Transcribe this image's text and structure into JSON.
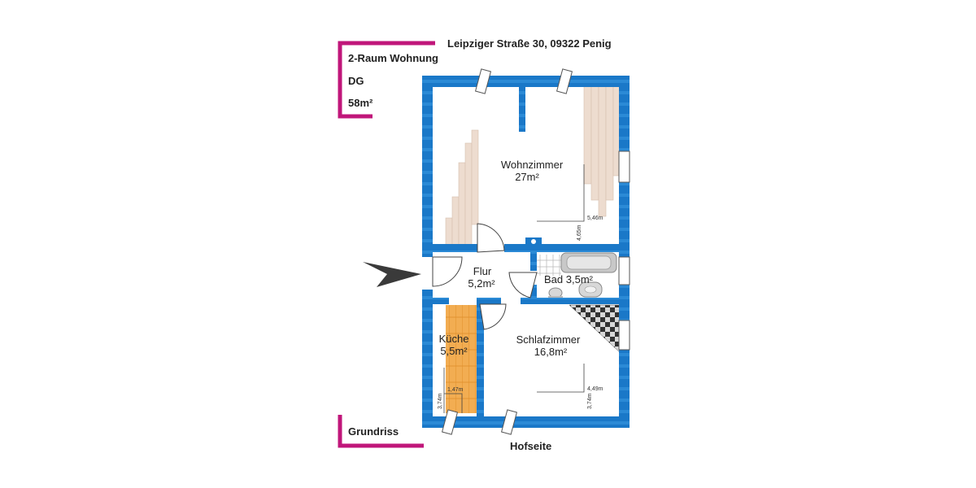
{
  "address": "Leipziger Straße 30, 09322 Penig",
  "info": {
    "type": "2-Raum Wohnung",
    "floor": "DG",
    "area": "58m²"
  },
  "footer_label": "Grundriss",
  "street_side": "Hofseite",
  "rooms": {
    "wohnzimmer": {
      "name": "Wohnzimmer",
      "area": "27m²",
      "dim_w": "5,46m",
      "dim_h": "4,65m"
    },
    "flur": {
      "name": "Flur",
      "area": "5,2m²"
    },
    "bad": {
      "label": "Bad 3,5m²"
    },
    "kueche": {
      "name": "Küche",
      "area": "5,5m²",
      "dim_w": "1,47m",
      "dim_h": "3,74m"
    },
    "schlafzimmer": {
      "name": "Schlafzimmer",
      "area": "16,8m²",
      "dim_w": "4,49m",
      "dim_h": "3,74m"
    }
  },
  "colors": {
    "wall": "#1a78c8",
    "bracket": "#c0167a",
    "parquet": "#e9d2c3",
    "kitchen_floor": "#f0a84a",
    "tile_dark": "#333333"
  }
}
